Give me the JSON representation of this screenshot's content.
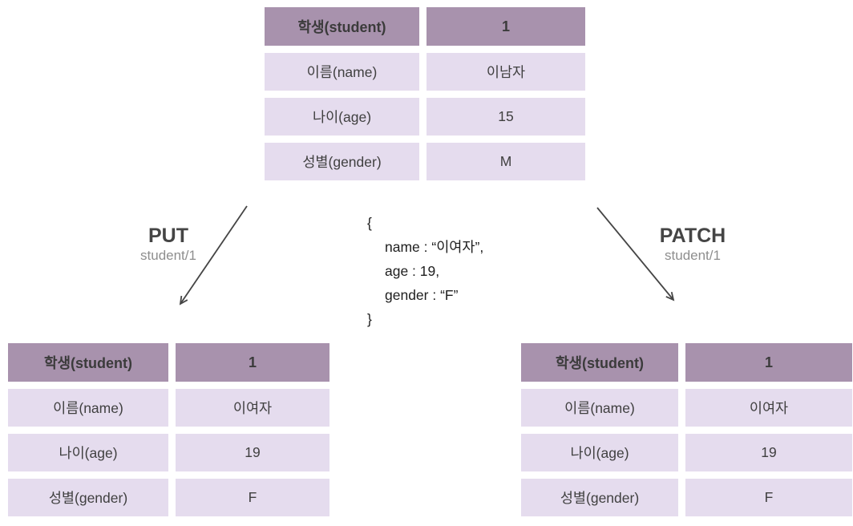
{
  "colors": {
    "header-bg": "#a892ad",
    "row-bg": "#e5dcee",
    "header-text": "#3b3b3b",
    "cell-text": "#404040",
    "method-text": "#454545",
    "path-text": "#8e8e8e",
    "body-text": "#1e1e1e",
    "arrow": "#454545"
  },
  "tables": {
    "original": {
      "header": [
        "학생(student)",
        "1"
      ],
      "rows": [
        [
          "이름(name)",
          "이남자"
        ],
        [
          "나이(age)",
          "15"
        ],
        [
          "성별(gender)",
          "M"
        ]
      ]
    },
    "put_result": {
      "header": [
        "학생(student)",
        "1"
      ],
      "rows": [
        [
          "이름(name)",
          "이여자"
        ],
        [
          "나이(age)",
          "19"
        ],
        [
          "성별(gender)",
          "F"
        ]
      ]
    },
    "patch_result": {
      "header": [
        "학생(student)",
        "1"
      ],
      "rows": [
        [
          "이름(name)",
          "이여자"
        ],
        [
          "나이(age)",
          "19"
        ],
        [
          "성별(gender)",
          "F"
        ]
      ]
    }
  },
  "labels": {
    "put": {
      "method": "PUT",
      "path": "student/1"
    },
    "patch": {
      "method": "PATCH",
      "path": "student/1"
    }
  },
  "request_body": {
    "lines": [
      "{",
      "name : “이여자”,",
      "age : 19,",
      "gender : “F”",
      "}"
    ]
  }
}
